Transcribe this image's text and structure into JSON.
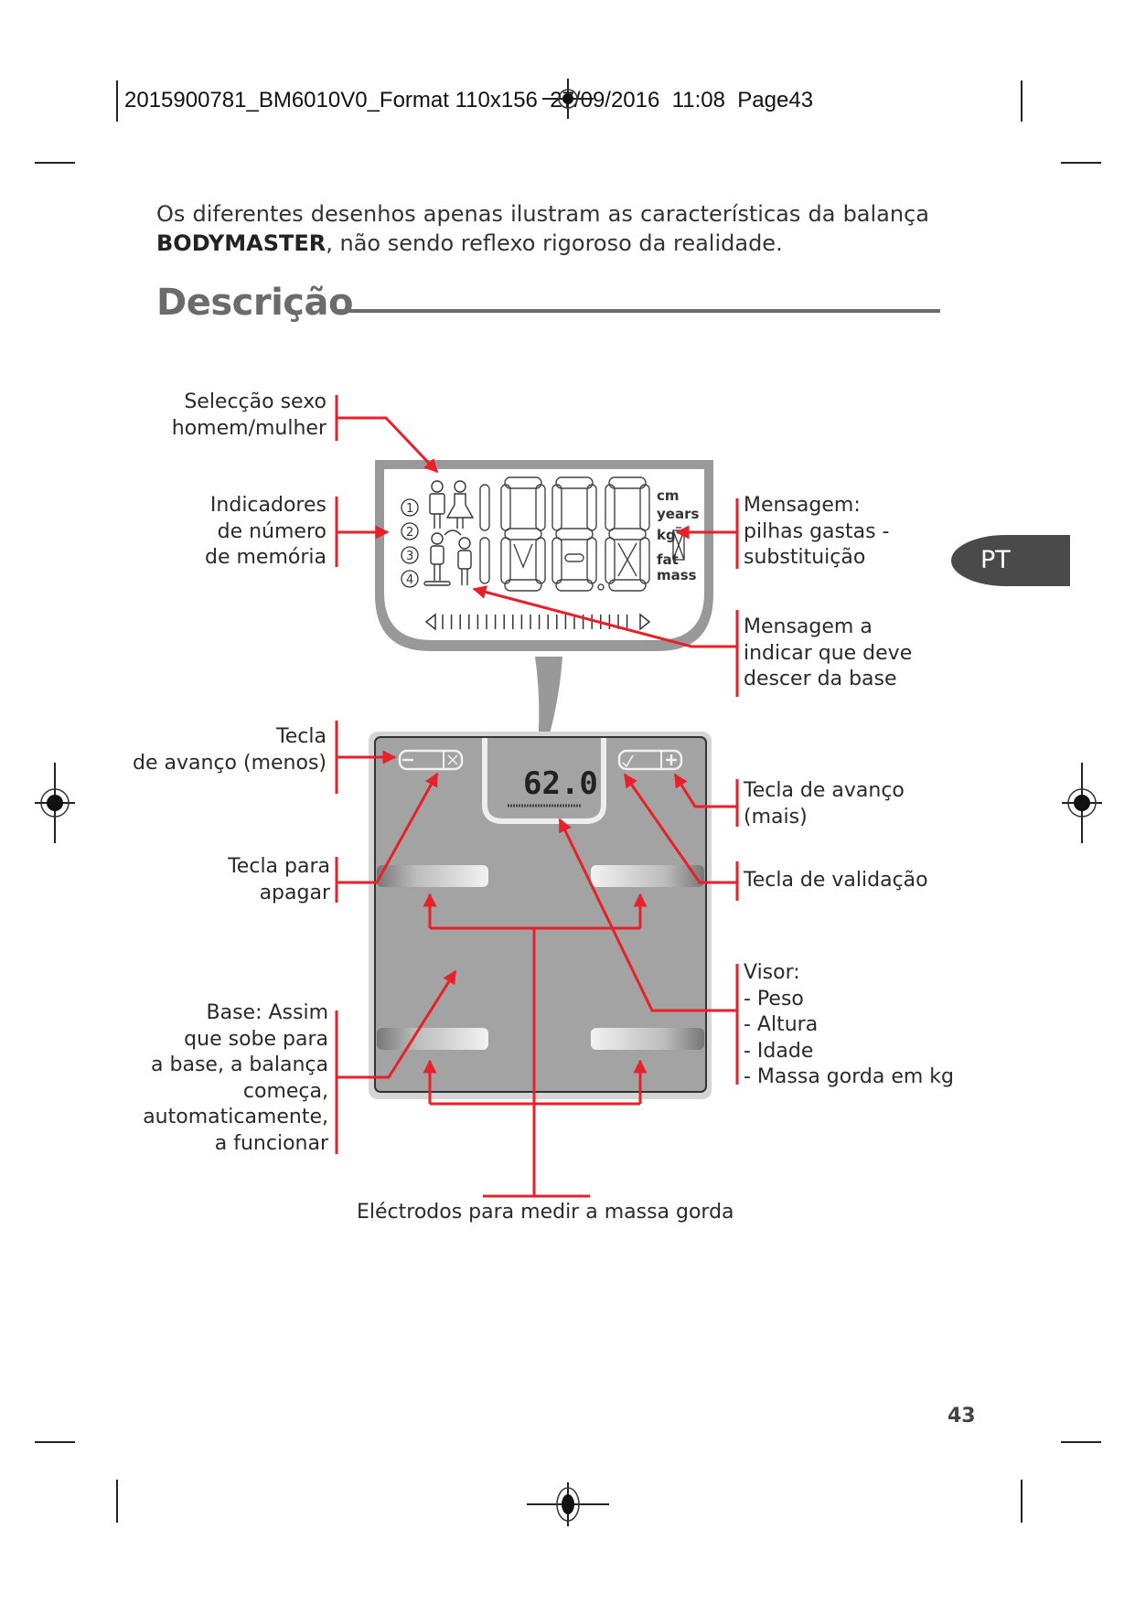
{
  "print_header": "2015900781_BM6010V0_Format 110x156  27/09/2016  11:08  Page43",
  "intro": {
    "prefix": "Os diferentes desenhos apenas ilustram as características da balança ",
    "brand": "BODYMASTER",
    "suffix": ", não sendo reflexo rigoroso da realidade."
  },
  "section_title": "Descrição",
  "language_tab": "PT",
  "page_number": "43",
  "lcd": {
    "units": [
      "cm",
      "years",
      "kg",
      "fat",
      "mass"
    ],
    "memory_indicators": [
      "1",
      "2",
      "3",
      "4"
    ]
  },
  "scale_display": {
    "value": "62.0"
  },
  "labels_left": {
    "gender_selection": "Selecção sexo\nhomem/mulher",
    "memory_indicators": "Indicadores\nde número\nde memória",
    "minus_key": "Tecla\nde avanço (menos)",
    "delete_key": "Tecla para\napagar",
    "base": "Base: Assim\nque sobe para\na base, a balança\ncomeça,\nautomaticamente,\na funcionar"
  },
  "labels_right": {
    "battery_message": "Mensagem:\npilhas gastas -\nsubstituição",
    "step_off_message": "Mensagem a\nindicar que deve\ndescer da base",
    "plus_key": "Tecla de avanço\n(mais)",
    "validation_key": "Tecla de validação",
    "display": "Visor:\n- Peso\n- Altura\n- Idade\n- Massa gorda em kg"
  },
  "labels_bottom": {
    "electrodes": "Eléctrodos para medir a massa gorda"
  },
  "colors": {
    "callout_red": "#e8202a",
    "scale_gray": "#a3a3a3",
    "tab_gray": "#4a4a4a",
    "title_gray": "#6b6b6b"
  }
}
